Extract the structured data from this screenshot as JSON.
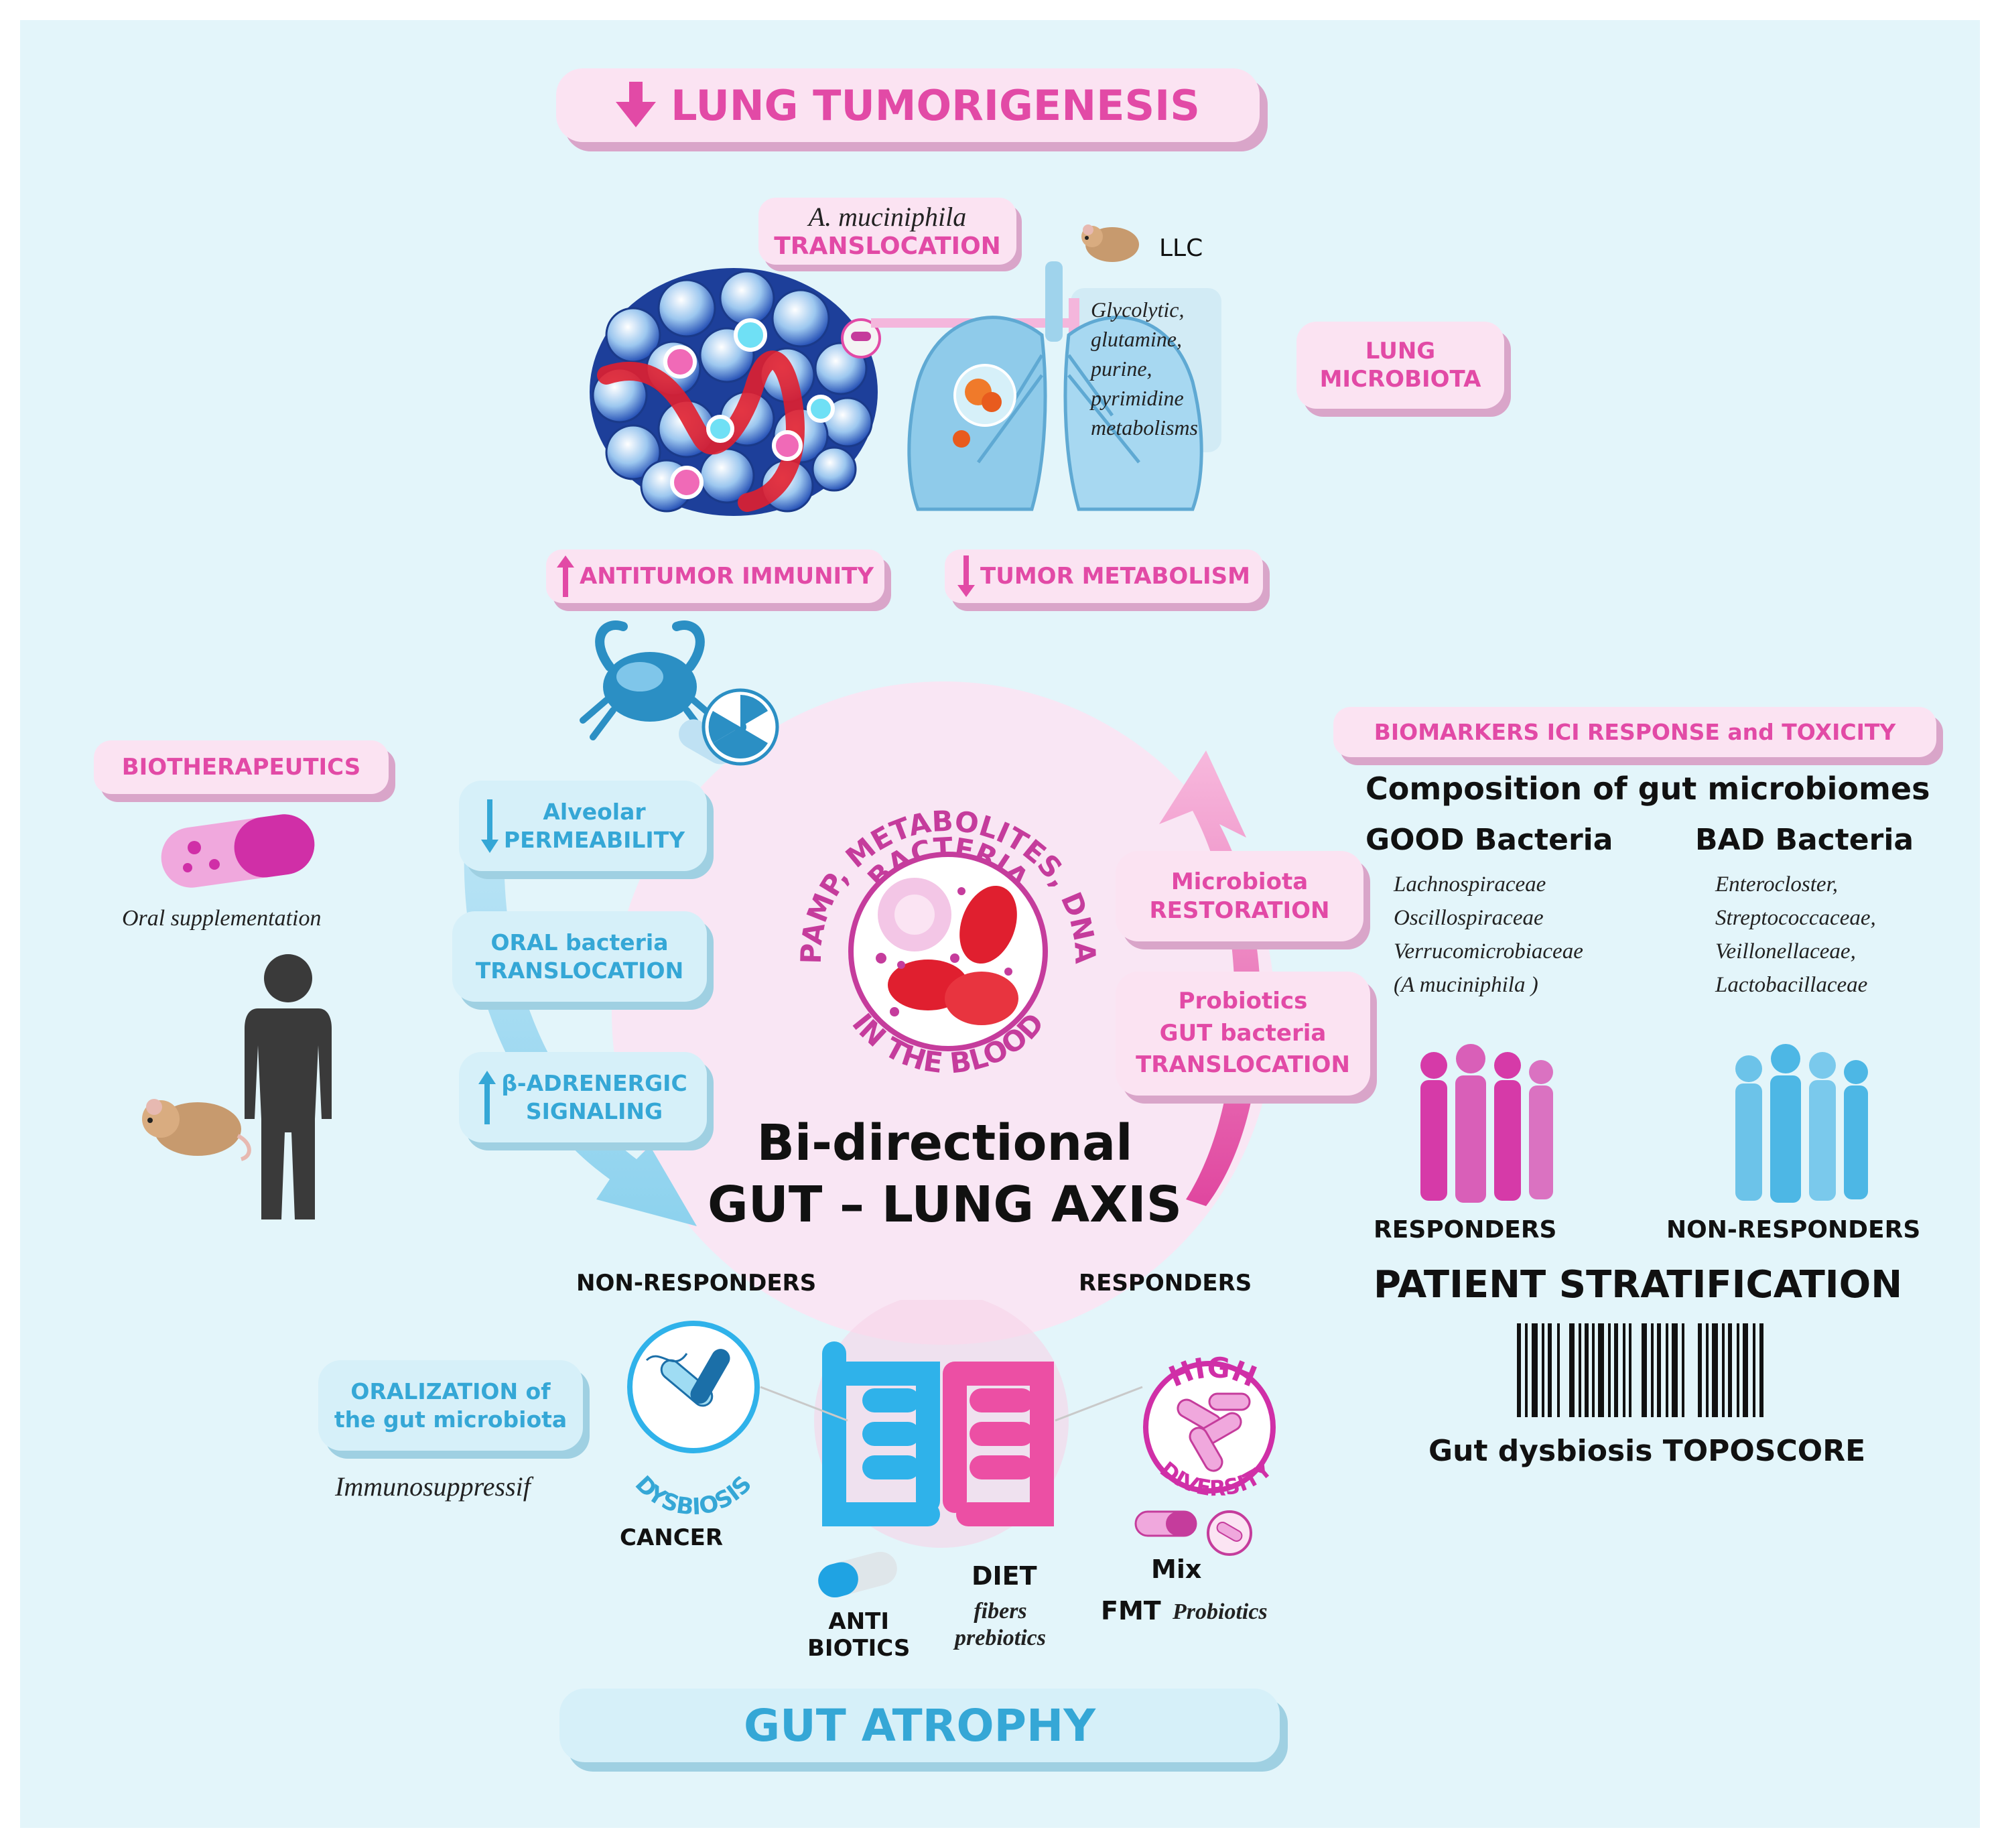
{
  "title_top": "LUNG TUMORIGENESIS",
  "title_bottom": "GUT ATROPHY",
  "akk": {
    "species": "A. muciniphila",
    "label": "TRANSLOCATION"
  },
  "llc": "LLC",
  "metabolisms": [
    "Glycolytic,",
    "glutamine,",
    "purine,",
    "pyrimidine",
    "metabolisms"
  ],
  "lung_microbiota": [
    "LUNG",
    "MICROBIOTA"
  ],
  "antitumor": "ANTITUMOR IMMUNITY",
  "tumor_metabolism": "TUMOR METABOLISM",
  "biotherapeutics": "BIOTHERAPEUTICS",
  "oral_supplementation": "Oral supplementation",
  "alveolar": [
    "Alveolar",
    "PERMEABILITY"
  ],
  "oral_bacteria": [
    "ORAL bacteria",
    "TRANSLOCATION"
  ],
  "adrenergic": [
    "β-ADRENERGIC",
    "SIGNALING"
  ],
  "blood_arc_top": "PAMP, METABOLITES, DNA",
  "blood_bacteria": "BACTERIA",
  "blood_arc_bottom": "IN THE BLOOD",
  "axis_title": [
    "Bi-directional",
    "GUT – LUNG AXIS"
  ],
  "microbiota_restoration": [
    "Microbiota",
    "RESTORATION"
  ],
  "probiotics": [
    "Probiotics",
    "GUT bacteria",
    "TRANSLOCATION"
  ],
  "biomarkers": "BIOMARKERS ICI RESPONSE and TOXICITY",
  "composition": "Composition of gut microbiomes",
  "good_title": "GOOD Bacteria",
  "good_list": [
    "Lachnospiraceae",
    "Oscillospiraceae",
    "Verrucomicrobiaceae",
    "(A muciniphila )"
  ],
  "bad_title": "BAD Bacteria",
  "bad_list": [
    "Enterocloster,",
    "Streptococcaceae,",
    "Veillonellaceae,",
    "Lactobacillaceae"
  ],
  "responders_label": "RESPONDERS",
  "non_responders_label": "NON-RESPONDERS",
  "patient_stratification": "PATIENT STRATIFICATION",
  "toposcore": "Gut dysbiosis TOPOSCORE",
  "gut_non_responders": "NON-RESPONDERS",
  "gut_responders": "RESPONDERS",
  "oralization": [
    "ORALIZATION of",
    "the gut microbiota"
  ],
  "immunosuppressif": "Immunosuppressif",
  "dysbiosis": "DYSBIOSIS",
  "cancer": "CANCER",
  "high": "HIGH",
  "diversity": "DIVERSITY",
  "antibiotics": [
    "ANTI",
    "BIOTICS"
  ],
  "diet": "DIET",
  "diet_items": [
    "fibers",
    "prebiotics"
  ],
  "mix": "Mix",
  "fmt": "FMT",
  "probiotics_label": "Probiotics",
  "colors": {
    "pink": "#e24aa6",
    "blue": "#35a7d6",
    "background": "#e3f5fa"
  }
}
